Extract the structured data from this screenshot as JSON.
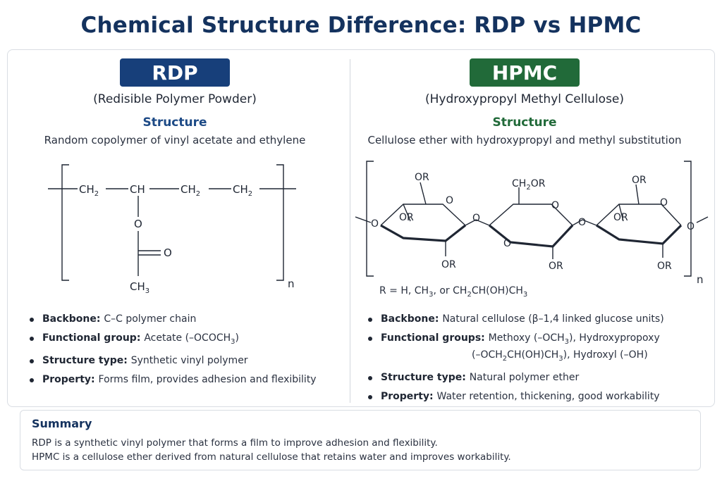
{
  "title": "Chemical Structure Difference: RDP vs HPMC",
  "rdp": {
    "badge": "RDP",
    "subtitle": "(Redisible Polymer Powder)",
    "structure_heading": "Structure",
    "structure_desc": "Random copolymer of vinyl acetate and ethylene",
    "formula": {
      "ch2_a": "CH",
      "ch": "CH",
      "ch2_b": "CH",
      "ch2_c": "CH",
      "sub2": "2",
      "o_link": "O",
      "o_carbonyl": "O",
      "ch3": "CH",
      "sub3": "3",
      "n": "n"
    },
    "bullets": [
      {
        "label": "Backbone",
        "text": "C–C polymer chain"
      },
      {
        "label": "Functional group",
        "text": "Acetate (–OCOCH",
        "sub": "3",
        "after": ")"
      },
      {
        "label": "Structure type",
        "text": "Synthetic vinyl polymer"
      },
      {
        "label": "Property",
        "text": "Forms film, provides adhesion and flexibility"
      }
    ]
  },
  "hpmc": {
    "badge": "HPMC",
    "subtitle": "(Hydroxypropyl Methyl Cellulose)",
    "structure_heading": "Structure",
    "structure_desc": "Cellulose ether with hydroxypropyl and methyl substitution",
    "formula": {
      "or": "OR",
      "ch2or": "CH",
      "sub2": "2",
      "or_suffix": "OR",
      "o": "O",
      "n": "n"
    },
    "r_definition": {
      "prefix": "R = H, CH",
      "sub3a": "3",
      "mid": ", or CH",
      "sub2": "2",
      "mid2": "CH(OH)CH",
      "sub3b": "3"
    },
    "bullets": [
      {
        "label": "Backbone",
        "text": "Natural cellulose (β–1,4 linked glucose units)"
      },
      {
        "label": "Functional groups",
        "text_a": "Methoxy (–OCH",
        "sub_a": "3",
        "text_b": "), Hydroxypropoxy",
        "text_c": "(–OCH",
        "sub_c": "2",
        "text_d": "CH(OH)CH",
        "sub_d": "3",
        "text_e": "), Hydroxyl (–OH)"
      },
      {
        "label": "Structure type",
        "text": "Natural polymer ether"
      },
      {
        "label": "Property",
        "text": "Water retention, thickening, good workability"
      }
    ]
  },
  "summary": {
    "title": "Summary",
    "line1": "RDP is a synthetic vinyl polymer that forms a film to improve adhesion and flexibility.",
    "line2": "HPMC is a cellulose ether derived from natural cellulose that retains water and improves workability."
  },
  "colors": {
    "title": "#14325e",
    "rdp_accent": "#173f7a",
    "hpmc_accent": "#216a39"
  }
}
